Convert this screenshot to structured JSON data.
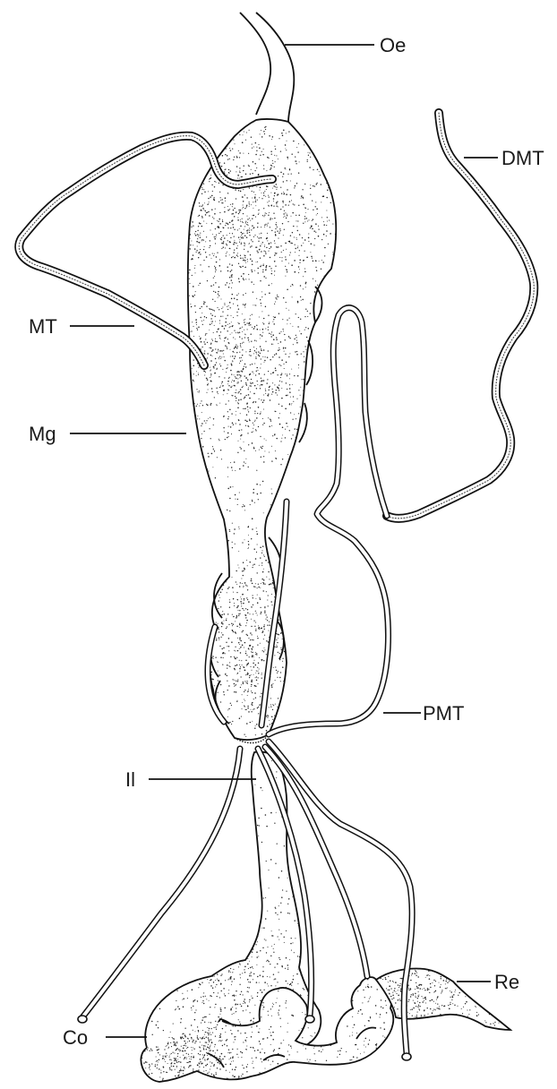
{
  "labels": {
    "oe": "Oe",
    "dmt": "DMT",
    "mt": "MT",
    "mg": "Mg",
    "pmt": "PMT",
    "il": "Il",
    "re": "Re",
    "co": "Co"
  },
  "colors": {
    "ink": "#111111",
    "paper": "#ffffff"
  }
}
